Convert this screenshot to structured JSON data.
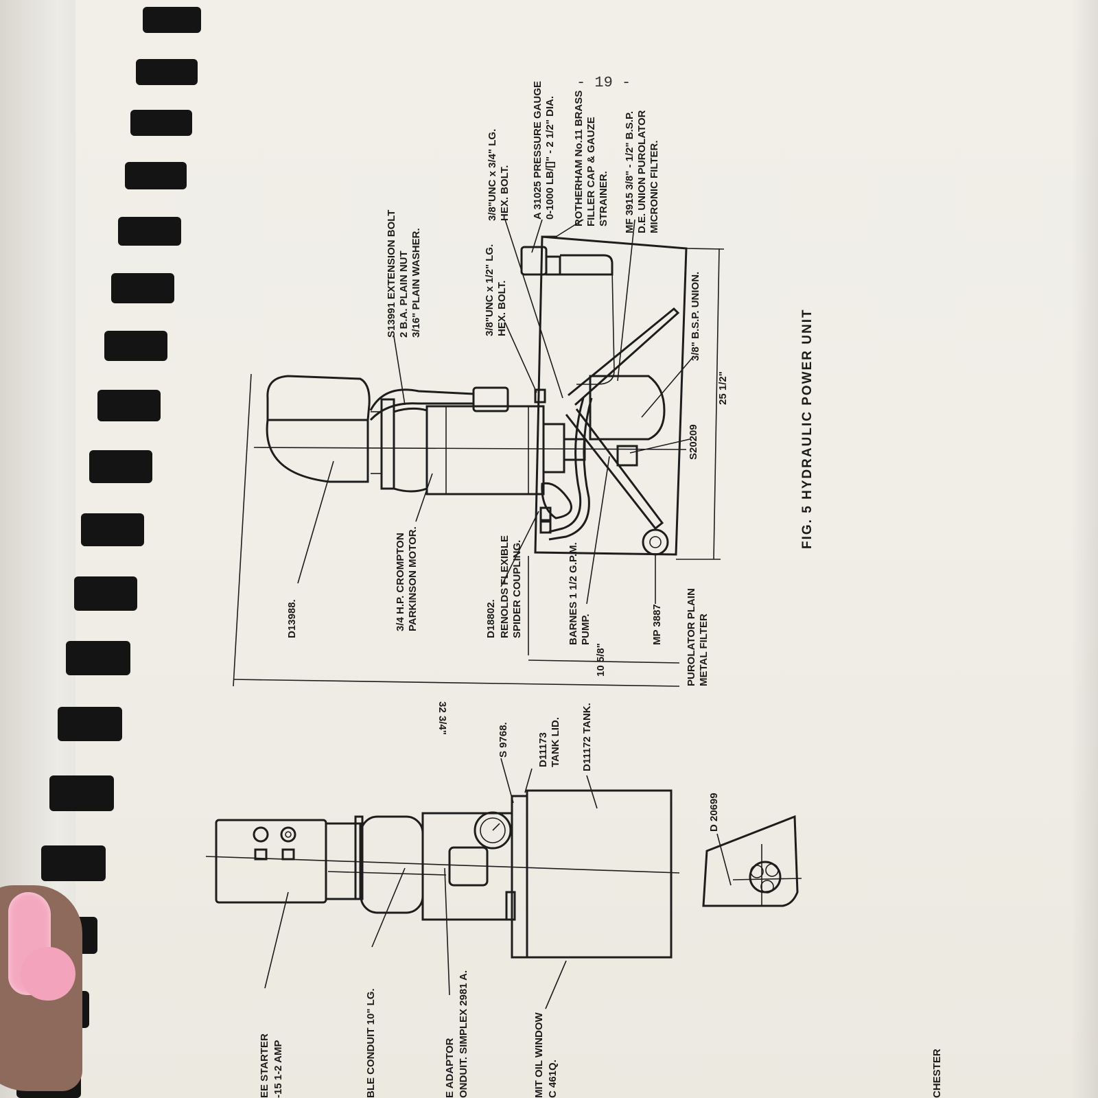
{
  "page": {
    "number": "- 19 -"
  },
  "caption": "FIG. 5  HYDRAULIC POWER UNIT",
  "labels": {
    "extension_bolt": [
      "S13991 EXTENSION BOLT",
      "2 B.A. PLAIN NUT",
      "3/16\" PLAIN WASHER."
    ],
    "hex_bolt_large": [
      "3/8\"UNC x 3/4\" LG.",
      "HEX. BOLT."
    ],
    "hex_bolt_small": [
      "3/8\"UNC x 1/2\" LG.",
      "HEX. BOLT."
    ],
    "pressure_gauge": [
      "A 31025 PRESSURE GAUGE",
      "0-1000 LB/[]\" - 2 1/2\" DIA."
    ],
    "filler_cap": [
      "ROTHERHAM No.11 BRASS",
      "FILLER CAP & GAUZE",
      "STRAINER."
    ],
    "micronic_filter": [
      "MF 3915  3/8\" - 1/2\" B.S.P.",
      "D.E. UNION PUROLATOR",
      "MICRONIC FILTER."
    ],
    "bsp_union": "3/8\" B.S.P. UNION.",
    "s20209": "S20209",
    "dim_25": "25 1/2\"",
    "d13988": "D13988.",
    "motor": [
      "3/4 H.P. CROMPTON",
      "PARKINSON MOTOR."
    ],
    "coupling": [
      "D18802.",
      "RENOLDS FLEXIBLE",
      "SPIDER COUPLING."
    ],
    "pump": [
      "BARNES 1 1/2 G.P.M.",
      "PUMP."
    ],
    "mp3887": "MP 3887",
    "metal_filter": [
      "PUROLATOR PLAIN",
      "METAL FILTER"
    ],
    "dim_10": "10 5/8\"",
    "dim_32": "32 3/4\"",
    "s9768": "S 9768.",
    "tank_lid": [
      "D11173",
      "TANK LID."
    ],
    "tank": "D11172 TANK.",
    "d20699": "D 20699",
    "starter": [
      "EE  STARTER",
      "-15  1-2 AMP"
    ],
    "conduit": "BLE  CONDUIT 10\" LG.",
    "adaptor": [
      "E  ADAPTOR",
      "ONDUIT.  SIMPLEX 2981 A."
    ],
    "oil_window": [
      "MIT OIL WINDOW",
      "C 461Q."
    ],
    "chester": "CHESTER"
  }
}
